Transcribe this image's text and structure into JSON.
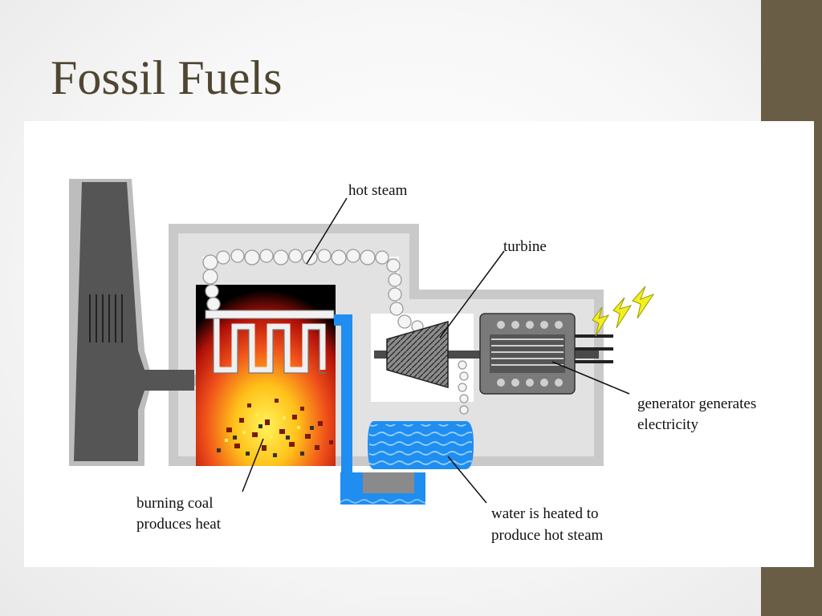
{
  "slide": {
    "title": "Fossil Fuels"
  },
  "diagram": {
    "labels": {
      "hot_steam": "hot steam",
      "turbine": "turbine",
      "generator_line1": "generator generates",
      "generator_line2": "electricity",
      "coal_line1": "burning coal",
      "coal_line2": "produces heat",
      "water_line1": "water is heated to",
      "water_line2": "produce hot steam"
    },
    "colors": {
      "accent_bar": "#695e45",
      "title_text": "#4f4632",
      "water": "#1f8ef0",
      "fire_core": "#ffd21a",
      "fire_outer": "#e8240b",
      "building": "#c8c8c8",
      "chimney": "#555555",
      "lightning": "#f3ee1f"
    }
  }
}
